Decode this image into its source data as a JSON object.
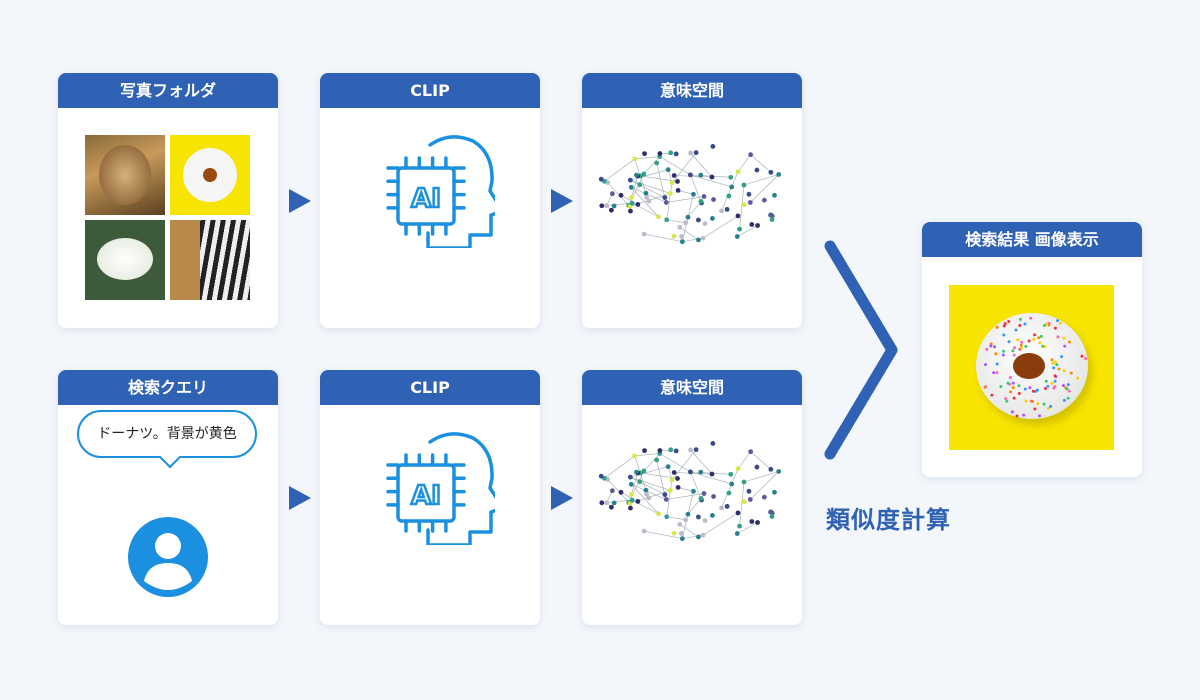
{
  "cards": {
    "photo_folder": "写真フォルダ",
    "clip_top": "CLIP",
    "space_top": "意味空間",
    "query": "検索クエリ",
    "clip_bottom": "CLIP",
    "space_bottom": "意味空間",
    "result": "検索結果 画像表示"
  },
  "query_text": "ドーナツ。背景が黄色",
  "similarity_label": "類似度計算",
  "ai_chip_text": "AI",
  "colors": {
    "header": "#2f62b5",
    "icon": "#1b8fe0",
    "result_bg": "#f7e400"
  }
}
